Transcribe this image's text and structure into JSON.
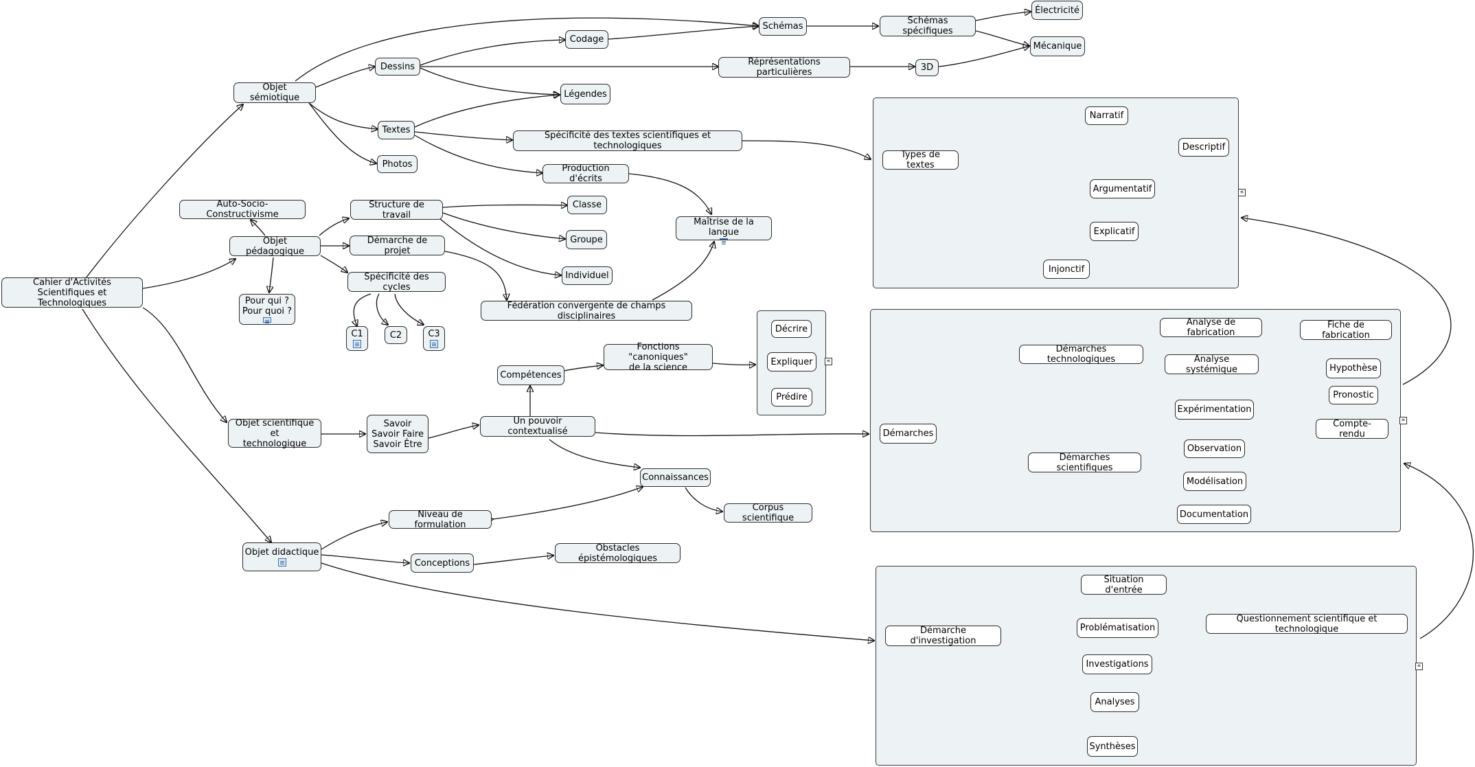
{
  "nodes": {
    "root": "Cahier d'Activités\nScientifiques et Technologiques",
    "objet_semiotique": "Objet sémiotique",
    "dessins": "Dessins",
    "codage": "Codage",
    "schemas": "Schémas",
    "schemas_specifiques": "Schémas spécifiques",
    "electricite": "Électricité",
    "mecanique": "Mécanique",
    "representations": "Réprésentations particulières",
    "trois_d": "3D",
    "legendes": "Légendes",
    "textes": "Textes",
    "specificite_textes": "Spécificité des textes scientifiques et technologiques",
    "production_ecrits": "Production d'écrits",
    "photos": "Photos",
    "auto_socio": "Auto-Socio-Constructivisme",
    "objet_pedagogique": "Objet pédagogique",
    "structure_travail": "Structure de travail",
    "classe": "Classe",
    "groupe": "Groupe",
    "individuel": "Individuel",
    "demarche_projet": "Démarche de projet",
    "specificite_cycles": "Spécificité des cycles",
    "c1": "C1",
    "c2": "C2",
    "c3": "C3",
    "pour_qui": "Pour qui ?\nPour quoi ?",
    "maitrise_langue": "Maîtrise de la langue",
    "federation": "Fédération convergente de champs disciplinaires",
    "objet_scientifique": "Objet scientifique et\ntechnologique",
    "savoir": "Savoir\nSavoir Faire\nSavoir Être",
    "pouvoir": "Un pouvoir contextualisé",
    "competences": "Compétences",
    "fonctions": "Fonctions \"canoniques\"\nde la science",
    "decrire": "Décrire",
    "expliquer": "Expliquer",
    "predire": "Prédire",
    "connaissances": "Connaissances",
    "corpus": "Corpus scientifique",
    "objet_didactique": "Objet didactique",
    "niveau_formulation": "Niveau de formulation",
    "conceptions": "Conceptions",
    "obstacles": "Obstacles épistémologiques",
    "types_textes": "Types de textes",
    "narratif": "Narratif",
    "descriptif": "Descriptif",
    "argumentatif": "Argumentatif",
    "explicatif": "Explicatif",
    "injonctif": "Injonctif",
    "demarches": "Démarches",
    "demarches_techno": "Démarches technologiques",
    "demarches_scient": "Démarches scientifiques",
    "analyse_fabrication": "Analyse de fabrication",
    "analyse_systemique": "Analyse systémique",
    "experimentation": "Expérimentation",
    "observation": "Observation",
    "modelisation": "Modélisation",
    "documentation": "Documentation",
    "fiche_fabrication": "Fiche de fabrication",
    "hypothese": "Hypothèse",
    "pronostic": "Pronostic",
    "compte_rendu": "Compte-rendu",
    "demarche_investigation": "Démarche d'investigation",
    "situation_entree": "Situation d'entrée",
    "problematisation": "Problématisation",
    "investigations": "Investigations",
    "analyses": "Analyses",
    "syntheses": "Synthèses",
    "questionnement": "Questionnement scientifique et technologique"
  },
  "icons": {
    "note": "note-icon",
    "collapse": "collapse-icon"
  },
  "colors": {
    "node_fill": "#edf2f4",
    "border": "#2b2b2b",
    "line": "#111111"
  }
}
